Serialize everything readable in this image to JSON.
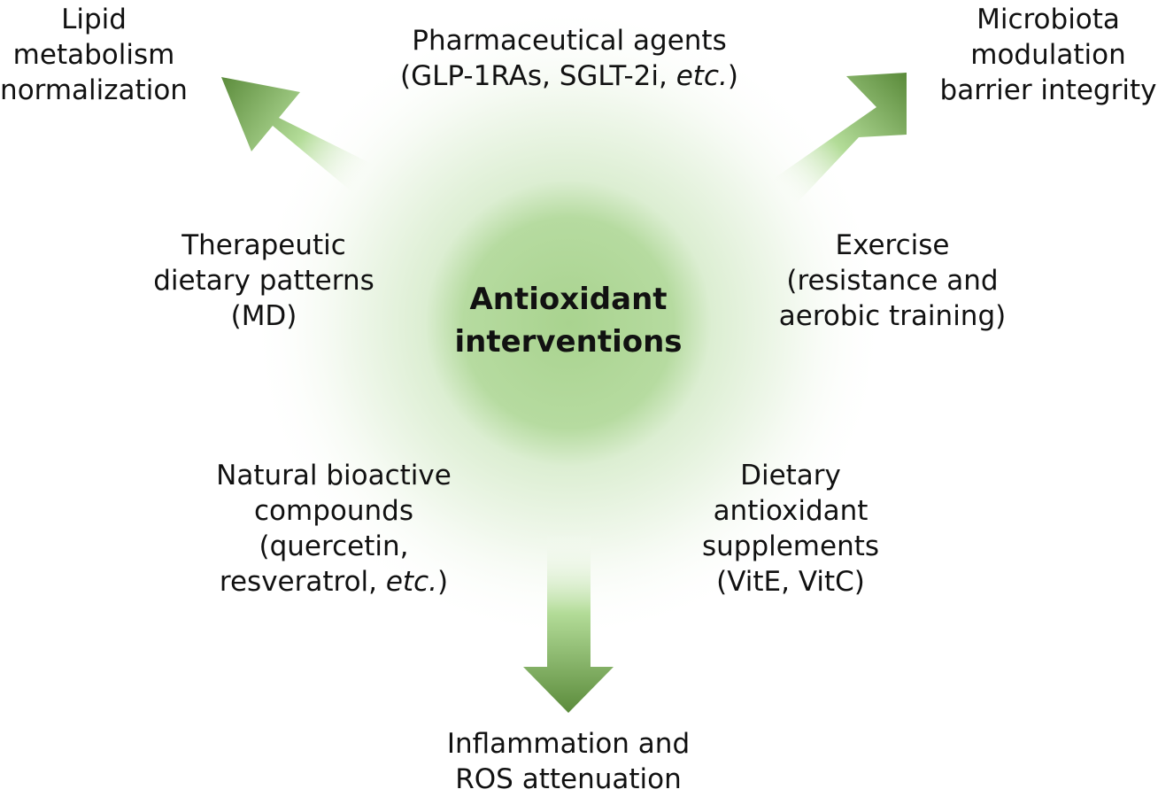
{
  "center": {
    "line1": "Antioxidant",
    "line2": "interventions"
  },
  "interventions": {
    "pharma": {
      "line1": "Pharmaceutical agents",
      "line2_pre": "(GLP-1RAs, SGLT-2i, ",
      "line2_italic": "etc.",
      "line2_post": ")"
    },
    "diet": {
      "line1": "Therapeutic",
      "line2": "dietary patterns",
      "line3": "(MD)"
    },
    "exercise": {
      "line1": "Exercise",
      "line2": "(resistance and",
      "line3": "aerobic training)"
    },
    "natural": {
      "line1": "Natural bioactive",
      "line2": "compounds",
      "line3": "(quercetin,",
      "line4_pre": "resveratrol, ",
      "line4_italic": "etc.",
      "line4_post": ")"
    },
    "supplements": {
      "line1": "Dietary",
      "line2": "antioxidant",
      "line3": "supplements",
      "line4": "(VitE, VitC)"
    }
  },
  "outcomes": {
    "lipid": {
      "line1": "Lipid",
      "line2": "metabolism",
      "line3": "normalization"
    },
    "microbiota": {
      "line1": "Microbiota",
      "line2": "modulation",
      "line3": "barrier integrity"
    },
    "inflammation": {
      "line1": "Inflammation and",
      "line2": "ROS attenuation"
    }
  },
  "colors": {
    "arrow_dark": "#5a8a3a",
    "arrow_light": "#a9d58e",
    "glow": "#b5dba0"
  }
}
